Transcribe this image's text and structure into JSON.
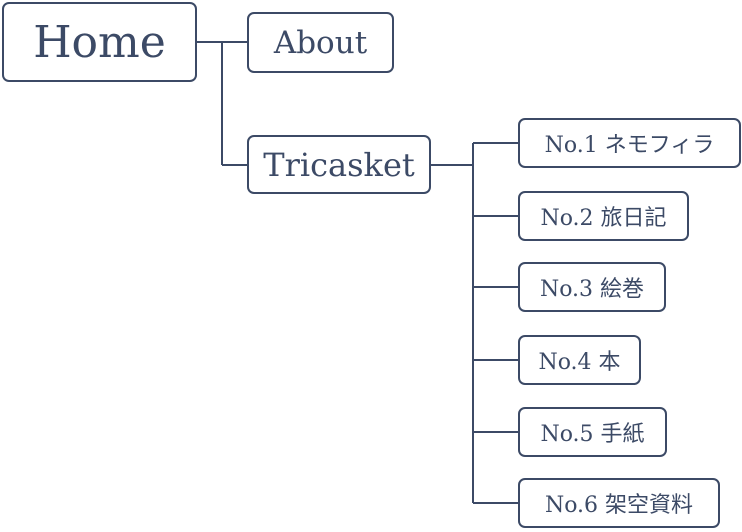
{
  "root": {
    "label": "Home"
  },
  "children": [
    {
      "label": "About"
    },
    {
      "label": "Tricasket"
    }
  ],
  "tricasket_items": [
    {
      "label": "No.1 ネモフィラ"
    },
    {
      "label": "No.2 旅日記"
    },
    {
      "label": "No.3 絵巻"
    },
    {
      "label": "No.4 本"
    },
    {
      "label": "No.5 手紙"
    },
    {
      "label": "No.6 架空資料"
    }
  ]
}
